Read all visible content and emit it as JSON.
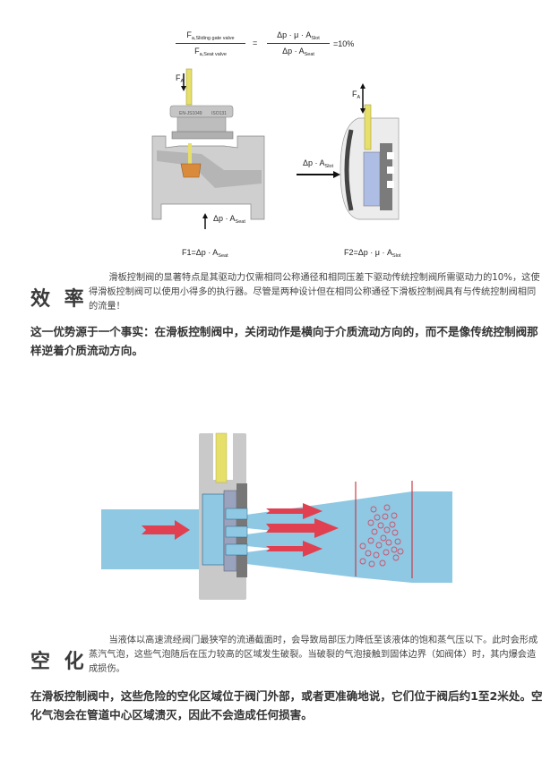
{
  "formula": {
    "num_left": "F",
    "num_left_sub": "a,Sliding gate valve",
    "den_left": "F",
    "den_left_sub": "a,Seat valve",
    "equals": "=",
    "num_right": "Δp · μ · A",
    "num_right_sub": "Slot",
    "den_right": "Δp · A",
    "den_right_sub": "Seat",
    "result": "=10%"
  },
  "figure1": {
    "fa_left": "F",
    "fa_left_sub": "A",
    "fa_right": "F",
    "fa_right_sub": "A",
    "seat_force": "Δp · A",
    "seat_force_sub": "Seat",
    "slot_force": "Δp · A",
    "slot_force_sub": "Slot",
    "f1": "F1=Δp · A",
    "f1_sub": "Seat",
    "f2": "F2=Δp · μ · A",
    "f2_sub": "Slot",
    "nameplate": [
      "EN-JS1049",
      "ISO131"
    ]
  },
  "efficiency": {
    "title": "效 率",
    "paragraph": "滑板控制阀的显著特点是其驱动力仅需相同公称通径和相同压差下驱动传统控制阀所需驱动力的10%，这使得滑板控制阀可以使用小得多的执行器。尽管是两种设计但在相同公称通径下滑板控制阀具有与传统控制阀相同的流量！",
    "emphasis": "这一优势源于一个事实：在滑板控制阀中，关闭动作是横向于介质流动方向的，而不是像传统控制阀那样逆着介质流动方向。"
  },
  "cavitation": {
    "title": "空 化",
    "paragraph": "当液体以高速流经阀门最狭窄的流通截面时，会导致局部压力降低至该液体的饱和蒸气压以下。此时会形成蒸汽气泡，这些气泡随后在压力较高的区域发生破裂。当破裂的气泡接触到固体边界（如阀体）时，其内爆会造成损伤。",
    "emphasis": "在滑板控制阀中，这些危险的空化区域位于阀门外部，或者更准确地说，它们位于阀后约1至2米处。空化气泡会在管道中心区域溃灭，因此不会造成任何损害。"
  },
  "colors": {
    "water": "#8ec8e3",
    "arrow": "#e0404f",
    "steel": "#c8c8c8",
    "stem": "#e6df6a"
  }
}
